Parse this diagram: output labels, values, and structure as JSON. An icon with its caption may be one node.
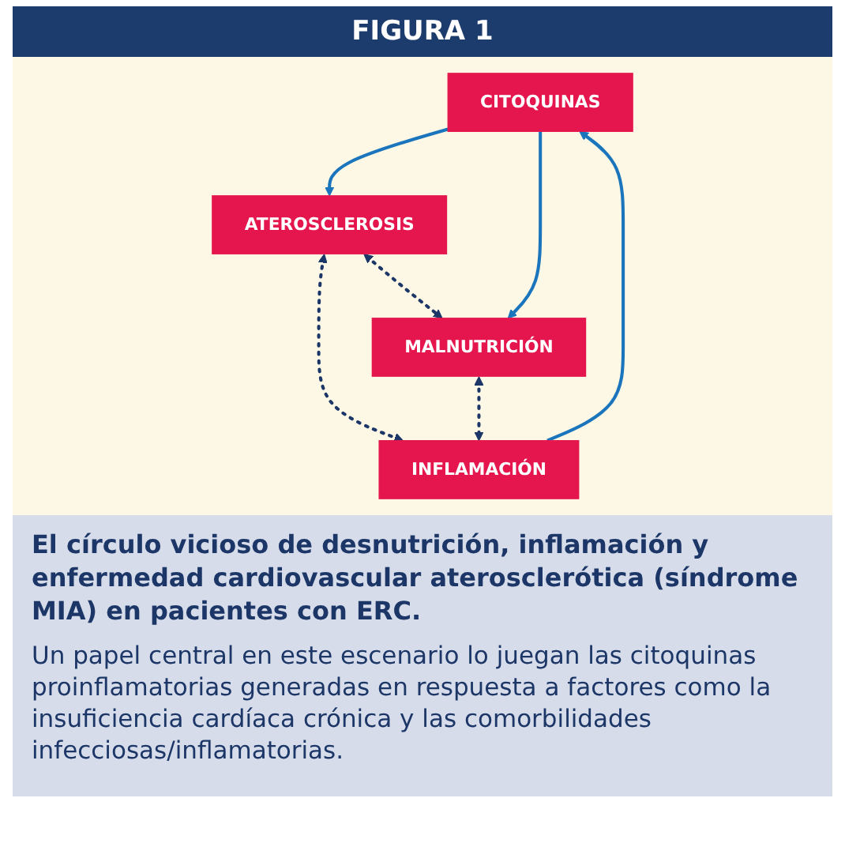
{
  "diagram": {
    "title": "FIGURA 1",
    "caption": "El círculo vicioso de desnutrición, inflamación y enfermedad cardiovascular aterosclerótica (síndrome MIA) en pacientes con ERC.",
    "nodes": [
      {
        "text": [
          "CITOQUINAS"
        ]
      },
      {
        "text": [
          "ATEROSCLEROSIS"
        ]
      },
      {
        "text": [
          "INFLAMACIÓN"
        ]
      },
      {
        "text": [
          "MALNUTRICIÓN"
        ]
      }
    ],
    "edges": [
      {
        "from": 0,
        "to": 1,
        "arrow": "to",
        "color": "#1b75bc"
      },
      {
        "from": 0,
        "to": 3,
        "arrow": "to",
        "color": "#1b75bc"
      },
      {
        "from": 2,
        "to": 0,
        "arrow": "to",
        "color": "#1b75bc"
      },
      {
        "from": 1,
        "to": 2,
        "arrow": "both",
        "style": "dashed",
        "color": "#1c3767"
      },
      {
        "from": 1,
        "to": 3,
        "arrow": "both",
        "style": "dashed",
        "color": "#1c3767"
      },
      {
        "from": 3,
        "to": 2,
        "arrow": "both",
        "style": "dashed",
        "color": "#1c3767"
      }
    ],
    "labels": [
      "Un papel central en este escenario lo juegan las citoquinas proinflamatorias generadas en respuesta a factores como la insuficiencia cardíaca crónica y las comorbilidades infecciosas/inflamatorias."
    ]
  }
}
